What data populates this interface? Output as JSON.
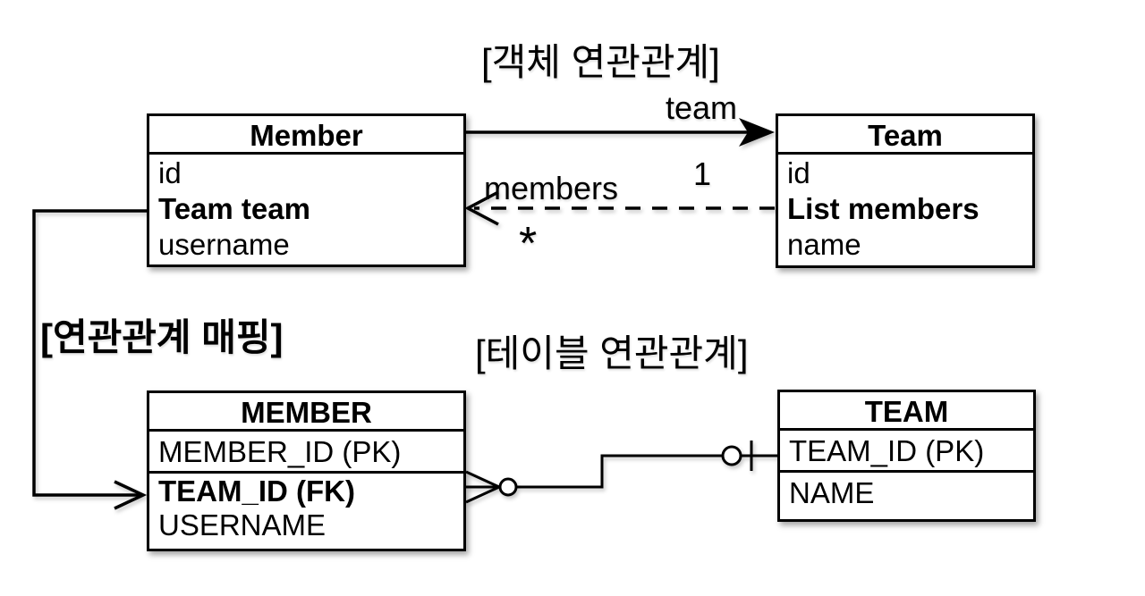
{
  "colors": {
    "line": "#000000",
    "background": "#ffffff",
    "box_fill": "#ffffff"
  },
  "headings": {
    "object_association": "[객체 연관관계]",
    "association_mapping": "[연관관계 매핑]",
    "table_association": "[테이블 연관관계]"
  },
  "object_diagram": {
    "member_class": {
      "title": "Member",
      "fields": [
        "id",
        "Team team",
        "username"
      ]
    },
    "team_class": {
      "title": "Team",
      "fields": [
        "id",
        "List members",
        "name"
      ]
    },
    "team_edge": {
      "label": "team",
      "multiplicity": "1"
    },
    "members_edge": {
      "label": "members",
      "multiplicity": "*"
    }
  },
  "table_diagram": {
    "member_table": {
      "title": "MEMBER",
      "rows": [
        "MEMBER_ID (PK)",
        "TEAM_ID (FK)",
        "USERNAME"
      ]
    },
    "team_table": {
      "title": "TEAM",
      "rows": [
        "TEAM_ID (PK)",
        "NAME"
      ]
    }
  }
}
